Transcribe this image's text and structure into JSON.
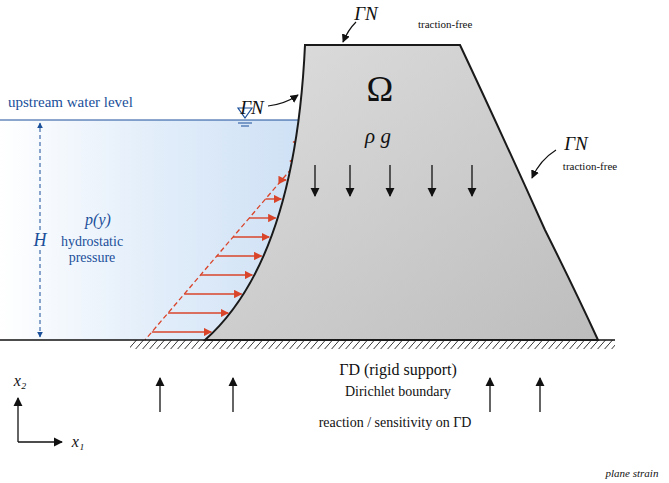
{
  "diagram": {
    "nodes": [
      {
        "text": [
          "Ω",
          "ρ g"
        ]
      }
    ],
    "labels": [
      "upstream water level",
      "H",
      "p(y)",
      "hydrostatic pressure",
      "ΓN",
      "traction-free",
      "ΓN",
      "ΓN",
      "traction-free",
      "ΓD (rigid support)",
      "Dirichlet boundary",
      "reaction / sensitivity on ΓD",
      "x₂",
      "x₁",
      "plane strain"
    ]
  }
}
